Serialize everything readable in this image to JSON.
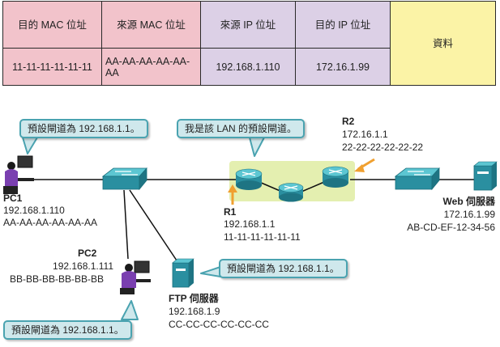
{
  "frame": {
    "dest_mac_header": "目的 MAC 位址",
    "src_mac_header": "來源 MAC 位址",
    "src_ip_header": "來源 IP 位址",
    "dest_ip_header": "目的 IP 位址",
    "data_header": "資料",
    "dest_mac_value": "11-11-11-11-11-11",
    "src_mac_value_line1": "AA-AA-AA-AA-AA-",
    "src_mac_value_line2": "AA",
    "src_ip_value": "192.168.1.110",
    "dest_ip_value": "172.16.1.99",
    "colors": {
      "pink": "#f2c3cb",
      "lavender": "#dcd0e6",
      "yellow": "#fbf3a6"
    }
  },
  "callouts": {
    "pc1": "預設閘道為 192.168.1.1。",
    "r1": "我是該 LAN 的預設閘道。",
    "ftp": "預設閘道為 192.168.1.1。",
    "pc2": "預設閘道為 192.168.1.1。"
  },
  "pc1": {
    "name": "PC1",
    "ip": "192.168.1.110",
    "mac": "AA-AA-AA-AA-AA-AA"
  },
  "pc2": {
    "name": "PC2",
    "ip": "192.168.1.111",
    "mac": "BB-BB-BB-BB-BB-BB"
  },
  "ftp": {
    "name": "FTP 伺服器",
    "ip": "192.168.1.9",
    "mac": "CC-CC-CC-CC-CC-CC"
  },
  "r1": {
    "name": "R1",
    "ip": "192.168.1.1",
    "mac": "11-11-11-11-11-11"
  },
  "r2": {
    "name": "R2",
    "ip": "172.16.1.1",
    "mac": "22-22-22-22-22-22"
  },
  "web": {
    "name": "Web 伺服器",
    "ip": "172.16.1.99",
    "mac": "AB-CD-EF-12-34-56"
  },
  "colors": {
    "callout_fill": "#cfe8ec",
    "callout_border": "#4aa3b0",
    "wan_highlight": "#e4efb0",
    "arrow": "#f0a030",
    "device": "#2a8fa0"
  }
}
